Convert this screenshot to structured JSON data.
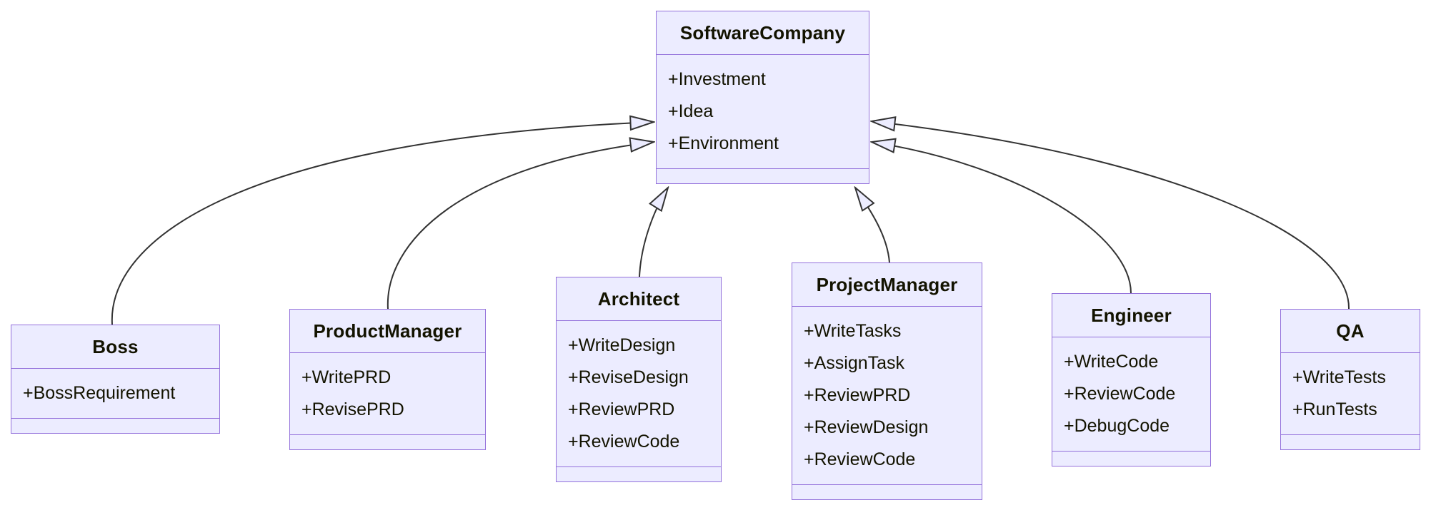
{
  "diagram": {
    "kind": "uml-class-diagram",
    "colors": {
      "background": "#ffffff",
      "node_fill": "#ECECFF",
      "node_border": "#9370DB",
      "edge_line": "#333333",
      "text": "#131300"
    },
    "classes": [
      {
        "name": "SoftwareCompany",
        "members": [
          "+Investment",
          "+Idea",
          "+Environment"
        ]
      },
      {
        "name": "Boss",
        "members": [
          "+BossRequirement"
        ]
      },
      {
        "name": "ProductManager",
        "members": [
          "+WritePRD",
          "+RevisePRD"
        ]
      },
      {
        "name": "Architect",
        "members": [
          "+WriteDesign",
          "+ReviseDesign",
          "+ReviewPRD",
          "+ReviewCode"
        ]
      },
      {
        "name": "ProjectManager",
        "members": [
          "+WriteTasks",
          "+AssignTask",
          "+ReviewPRD",
          "+ReviewDesign",
          "+ReviewCode"
        ]
      },
      {
        "name": "Engineer",
        "members": [
          "+WriteCode",
          "+ReviewCode",
          "+DebugCode"
        ]
      },
      {
        "name": "QA",
        "members": [
          "+WriteTests",
          "+RunTests"
        ]
      }
    ],
    "relations": [
      {
        "from": "Boss",
        "to": "SoftwareCompany",
        "type": "inheritance"
      },
      {
        "from": "ProductManager",
        "to": "SoftwareCompany",
        "type": "inheritance"
      },
      {
        "from": "Architect",
        "to": "SoftwareCompany",
        "type": "inheritance"
      },
      {
        "from": "ProjectManager",
        "to": "SoftwareCompany",
        "type": "inheritance"
      },
      {
        "from": "Engineer",
        "to": "SoftwareCompany",
        "type": "inheritance"
      },
      {
        "from": "QA",
        "to": "SoftwareCompany",
        "type": "inheritance"
      }
    ]
  }
}
